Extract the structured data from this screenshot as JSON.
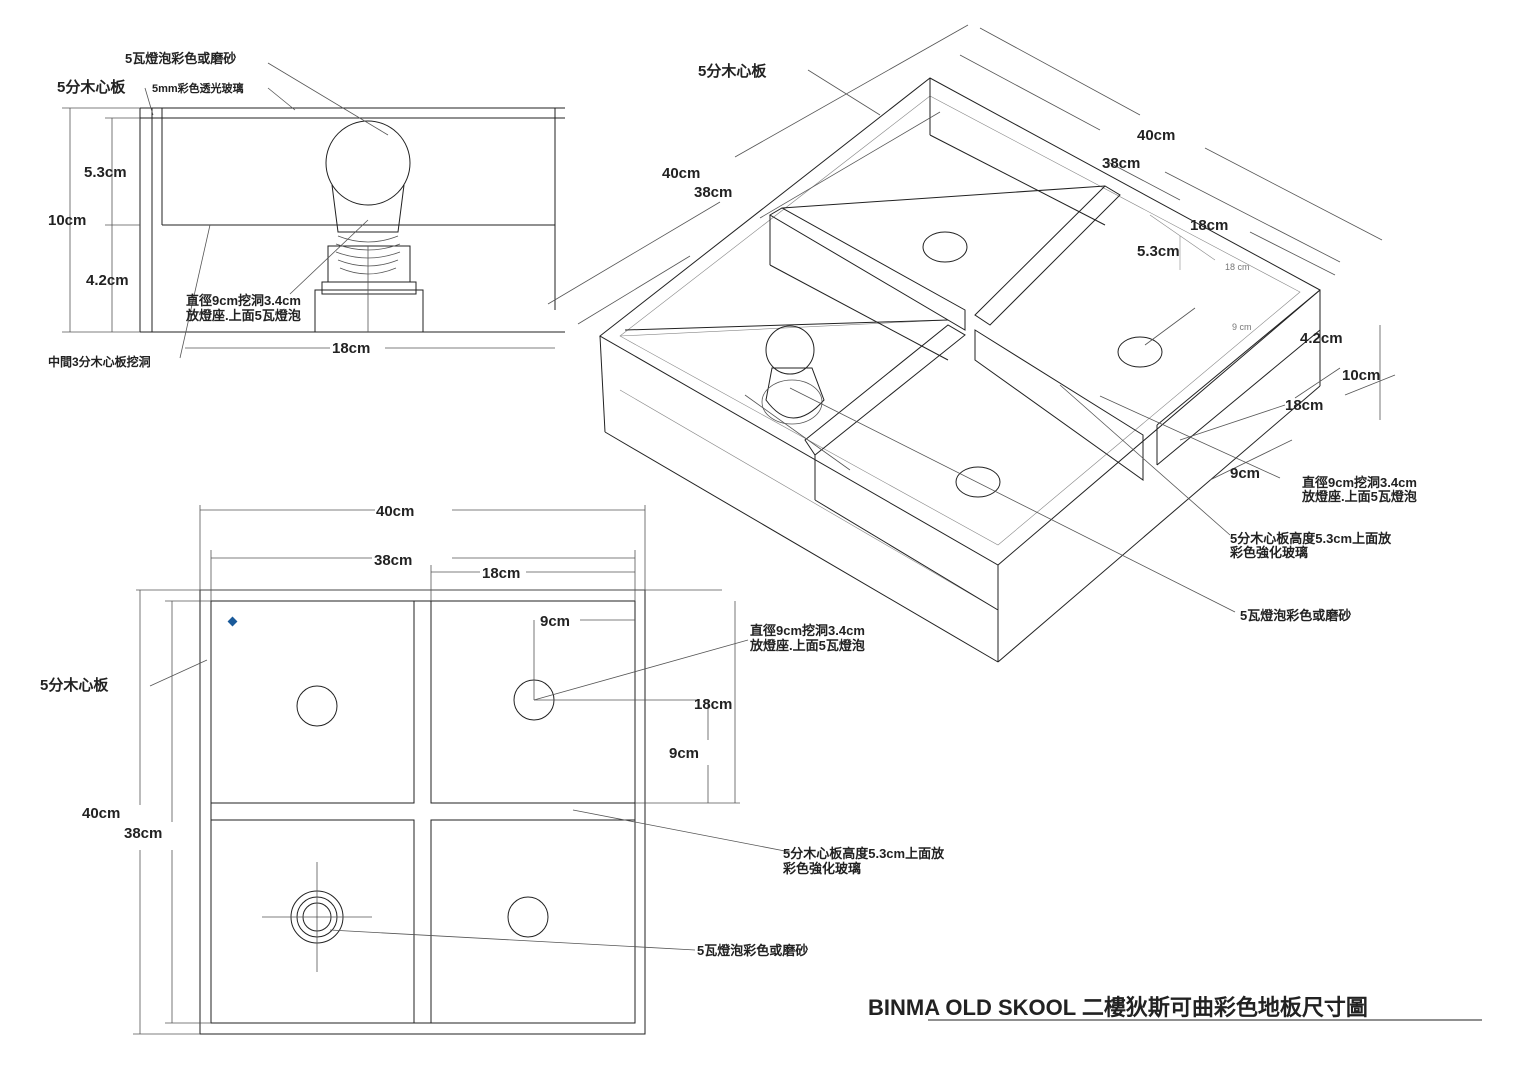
{
  "title": "BINMA OLD SKOOL 二樓狄斯可曲彩色地板尺寸圖",
  "section_view": {
    "bulb_label": "5瓦燈泡彩色或磨砂",
    "plywood_label": "5分木心板",
    "glass_label": "5mm彩色透光玻璃",
    "dim_53": "5.3cm",
    "dim_10": "10cm",
    "dim_42": "4.2cm",
    "hole_note_line1": "直徑9cm挖洞3.4cm",
    "hole_note_line2": "放燈座.上面5瓦燈泡",
    "dim_18": "18cm",
    "middle_board_note": "中間3分木心板挖洞"
  },
  "iso_view": {
    "plywood_label": "5分木心板",
    "dim_40_left": "40cm",
    "dim_38_left": "38cm",
    "dim_40_top": "40cm",
    "dim_38_top": "38cm",
    "dim_18_top": "18cm",
    "dim_53": "5.3cm",
    "small_18": "18 cm",
    "small_9": "9 cm",
    "dim_42": "4.2cm",
    "dim_10": "10cm",
    "dim_18_right": "18cm",
    "dim_9": "9cm",
    "hole_note_line1": "直徑9cm挖洞3.4cm",
    "hole_note_line2": "放燈座.上面5瓦燈泡",
    "glass_note_line1": "5分木心板高度5.3cm上面放",
    "glass_note_line2": "彩色強化玻璃",
    "bulb_label": "5瓦燈泡彩色或磨砂"
  },
  "plan_view": {
    "dim_40_top": "40cm",
    "dim_38_top": "38cm",
    "dim_18_top": "18cm",
    "dim_9_top": "9cm",
    "plywood_label": "5分木心板",
    "hole_note_line1": "直徑9cm挖洞3.4cm",
    "hole_note_line2": "放燈座.上面5瓦燈泡",
    "dim_18_right": "18cm",
    "dim_9_right": "9cm",
    "dim_40_left": "40cm",
    "dim_38_left": "38cm",
    "glass_note_line1": "5分木心板高度5.3cm上面放",
    "glass_note_line2": "彩色強化玻璃",
    "bulb_label": "5瓦燈泡彩色或磨砂"
  },
  "colors": {
    "line": "#222222",
    "marker": "#1a5a9a"
  }
}
